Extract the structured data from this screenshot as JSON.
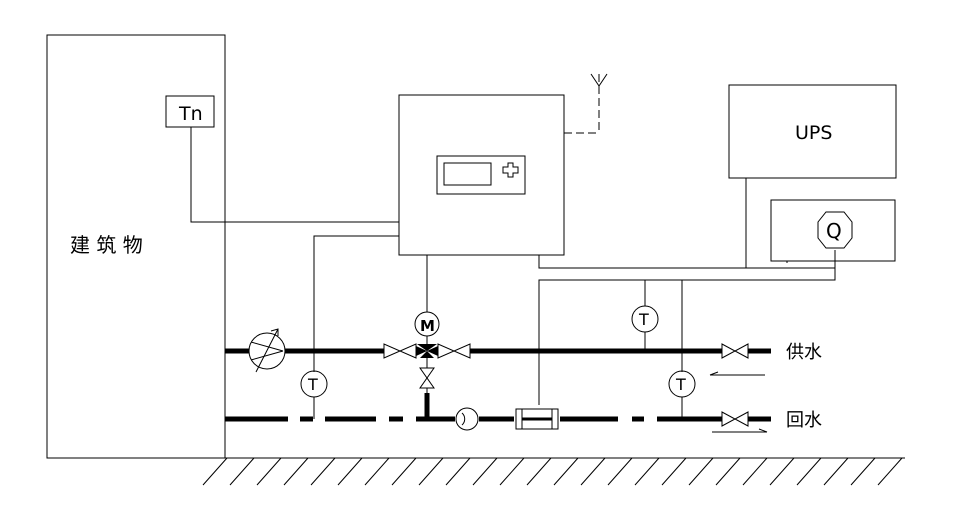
{
  "labels": {
    "building": "建  筑  物",
    "sensor_tn": "Tn",
    "ups": "UPS",
    "flow_meter": "Q",
    "motor": "M",
    "temp": "T",
    "supply": "供水",
    "return": "回水"
  }
}
